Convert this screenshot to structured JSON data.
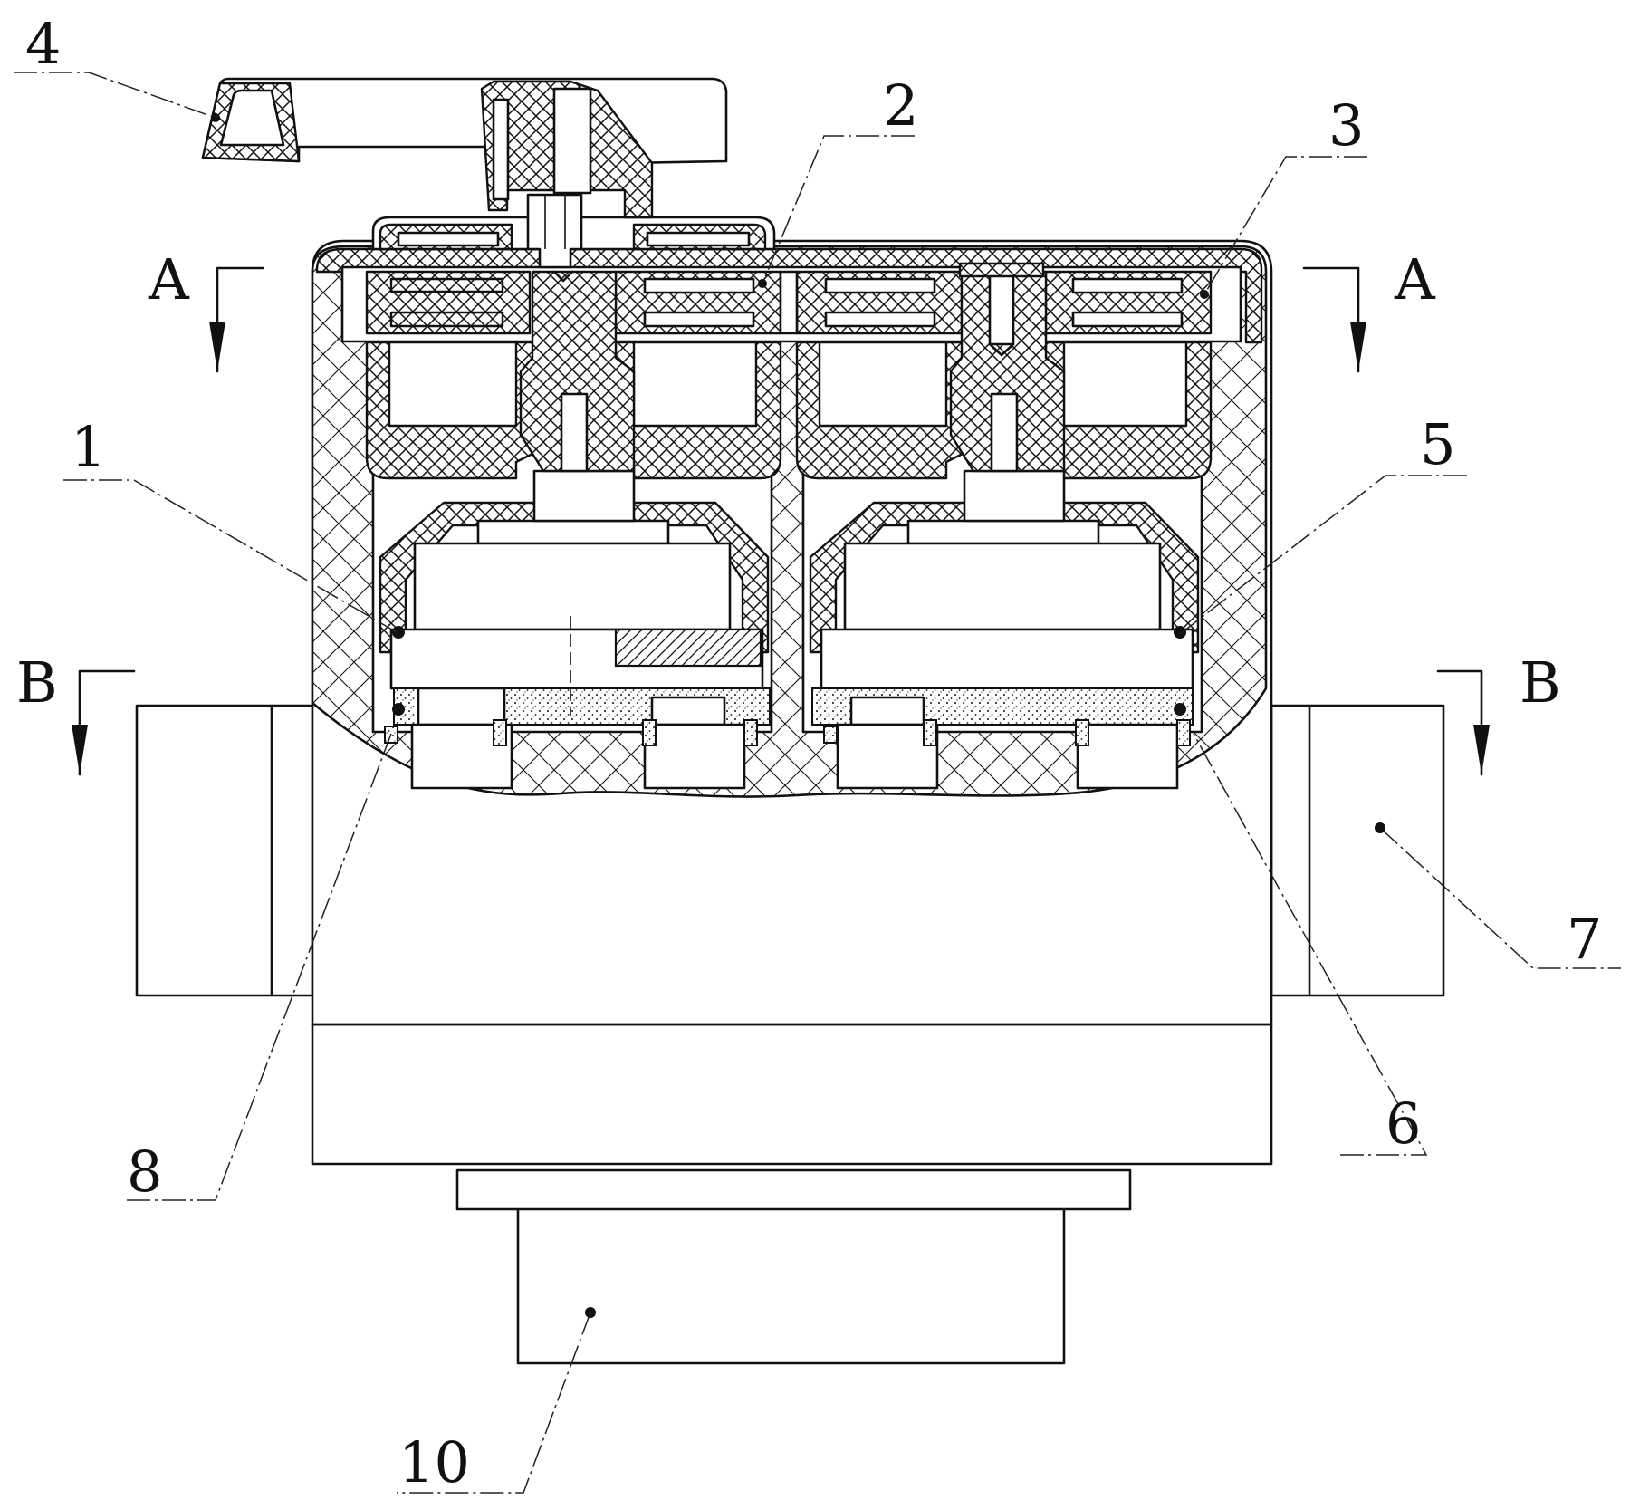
{
  "section_markers": {
    "top_left": "A",
    "top_right": "A",
    "mid_left": "B",
    "mid_right": "B"
  },
  "part_labels": {
    "p1": "1",
    "p2": "2",
    "p3": "3",
    "p4": "4",
    "p5": "5",
    "p6": "6",
    "p7": "7",
    "p8": "8",
    "p10": "10"
  }
}
